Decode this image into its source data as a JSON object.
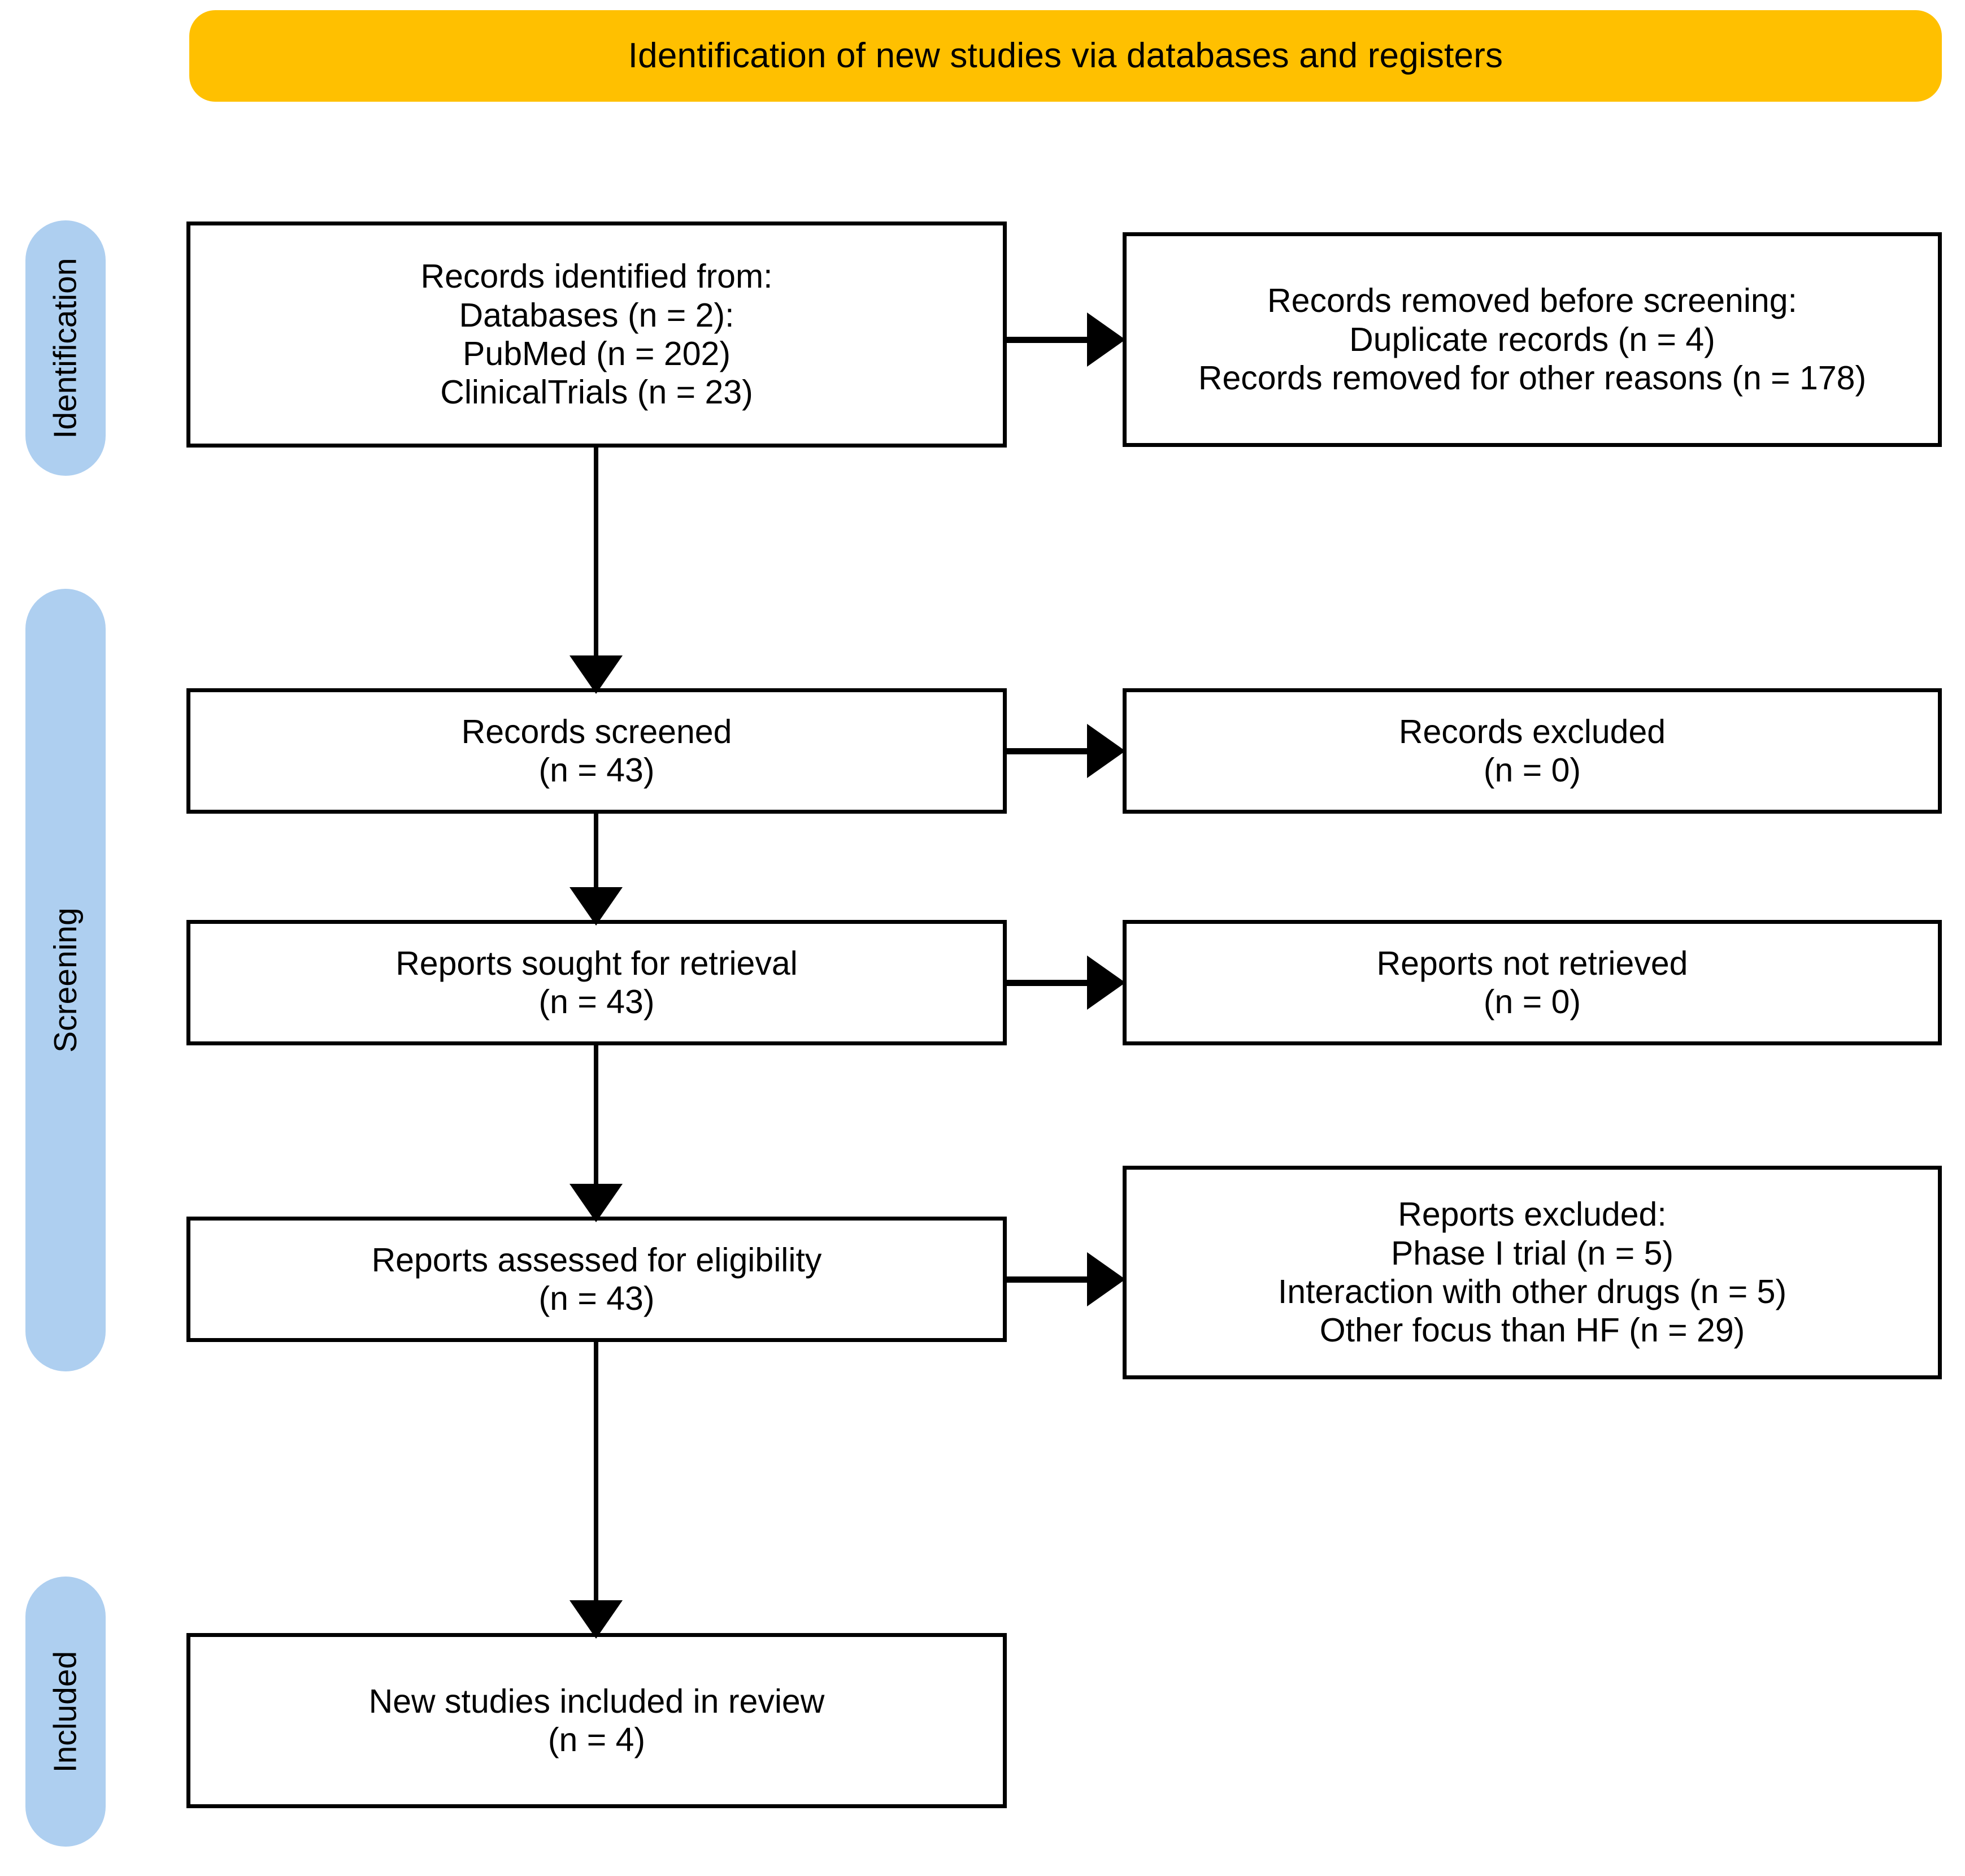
{
  "header": {
    "title": "Identification of new studies via databases and registers",
    "background_color": "#FFC000"
  },
  "stages": {
    "pill_color": "#AECFF0",
    "identification": "Identification",
    "screening": "Screening",
    "included": "Included"
  },
  "boxes": {
    "records_identified": {
      "lines": [
        "Records identified from:",
        "Databases (n = 2):",
        "PubMed (n = 202)",
        "ClinicalTrials (n = 23)"
      ]
    },
    "records_removed": {
      "lines": [
        "Records removed before screening:",
        "Duplicate records (n = 4)",
        "Records removed for other reasons (n = 178)"
      ]
    },
    "records_screened": {
      "lines": [
        "Records screened",
        "(n = 43)"
      ]
    },
    "records_excluded": {
      "lines": [
        "Records excluded",
        "(n = 0)"
      ]
    },
    "reports_sought": {
      "lines": [
        "Reports sought for retrieval",
        "(n = 43)"
      ]
    },
    "reports_not_retrieved": {
      "lines": [
        "Reports not retrieved",
        "(n = 0)"
      ]
    },
    "reports_assessed": {
      "lines": [
        "Reports assessed for eligibility",
        "(n = 43)"
      ]
    },
    "reports_excluded": {
      "lines": [
        "Reports excluded:",
        "Phase I trial (n = 5)",
        "Interaction with other drugs (n = 5)",
        "Other focus than HF (n = 29)"
      ]
    },
    "new_studies_included": {
      "lines": [
        "New studies included in review",
        "(n = 4)"
      ]
    }
  }
}
